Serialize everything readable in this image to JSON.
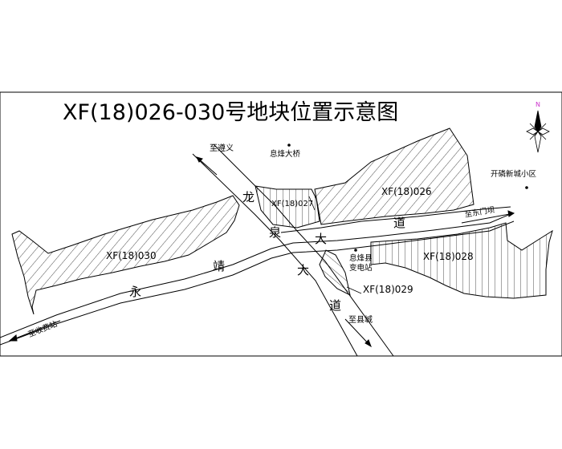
{
  "title": "XF(18)026-030号地块位置示意图",
  "plots": {
    "p026": "XF(18)026",
    "p027": "XF(18)027",
    "p028": "XF(18)028",
    "p029": "XF(18)029",
    "p030": "XF(18)030"
  },
  "roads": {
    "longquan": [
      "龙",
      "泉",
      "大",
      "道"
    ],
    "longquan_lower": [
      "大",
      "道"
    ],
    "yongjing": [
      "永",
      "靖"
    ]
  },
  "landmarks": {
    "bridge": "息烽大桥",
    "xincheng": "开磷新城小区",
    "substation_line1": "息烽县",
    "substation_line2": "变电站"
  },
  "directions": {
    "zunyi": "至遵义",
    "dongmenba": "至东门坝",
    "shoufeizhan": "至收费站",
    "xiancheng": "至县城"
  },
  "north": "N",
  "colors": {
    "line": "#000000",
    "background": "#ffffff",
    "north_label": "#cc33cc"
  }
}
